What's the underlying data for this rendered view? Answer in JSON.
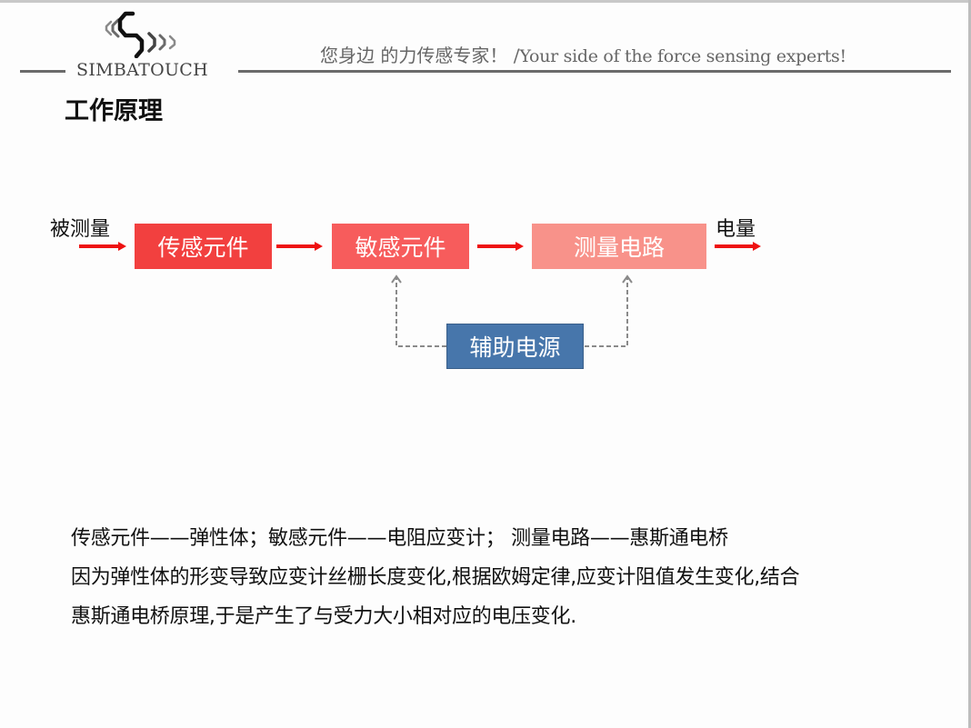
{
  "header": {
    "brand": "SIMBATOUCH",
    "slogan_cn": "您身边  的力传感专家！",
    "slogan_sep": "/",
    "slogan_en": "Your side of the force sensing experts!",
    "line_color": "#6b6b6b"
  },
  "page": {
    "title": "工作原理"
  },
  "diagram": {
    "input_label": "被测量",
    "output_label": "电量",
    "boxes": [
      {
        "id": "sensor",
        "label": "传感元件",
        "color": "#f2403f"
      },
      {
        "id": "sensitive",
        "label": "敏感元件",
        "color": "#f75c5c"
      },
      {
        "id": "circuit",
        "label": "测量电路",
        "color": "#f8928a"
      },
      {
        "id": "power",
        "label": "辅助电源",
        "color": "#4776ab"
      }
    ],
    "arrow_color": "#ee1111",
    "dashed_color": "#8a8a8a"
  },
  "description": {
    "lines": [
      "传感元件——弹性体；敏感元件——电阻应变计；   测量电路——惠斯通电桥",
      "因为弹性体的形变导致应变计丝栅长度变化,根据欧姆定律,应变计阻值发生变化,结合",
      "惠斯通电桥原理,于是产生了与受力大小相对应的电压变化."
    ]
  }
}
